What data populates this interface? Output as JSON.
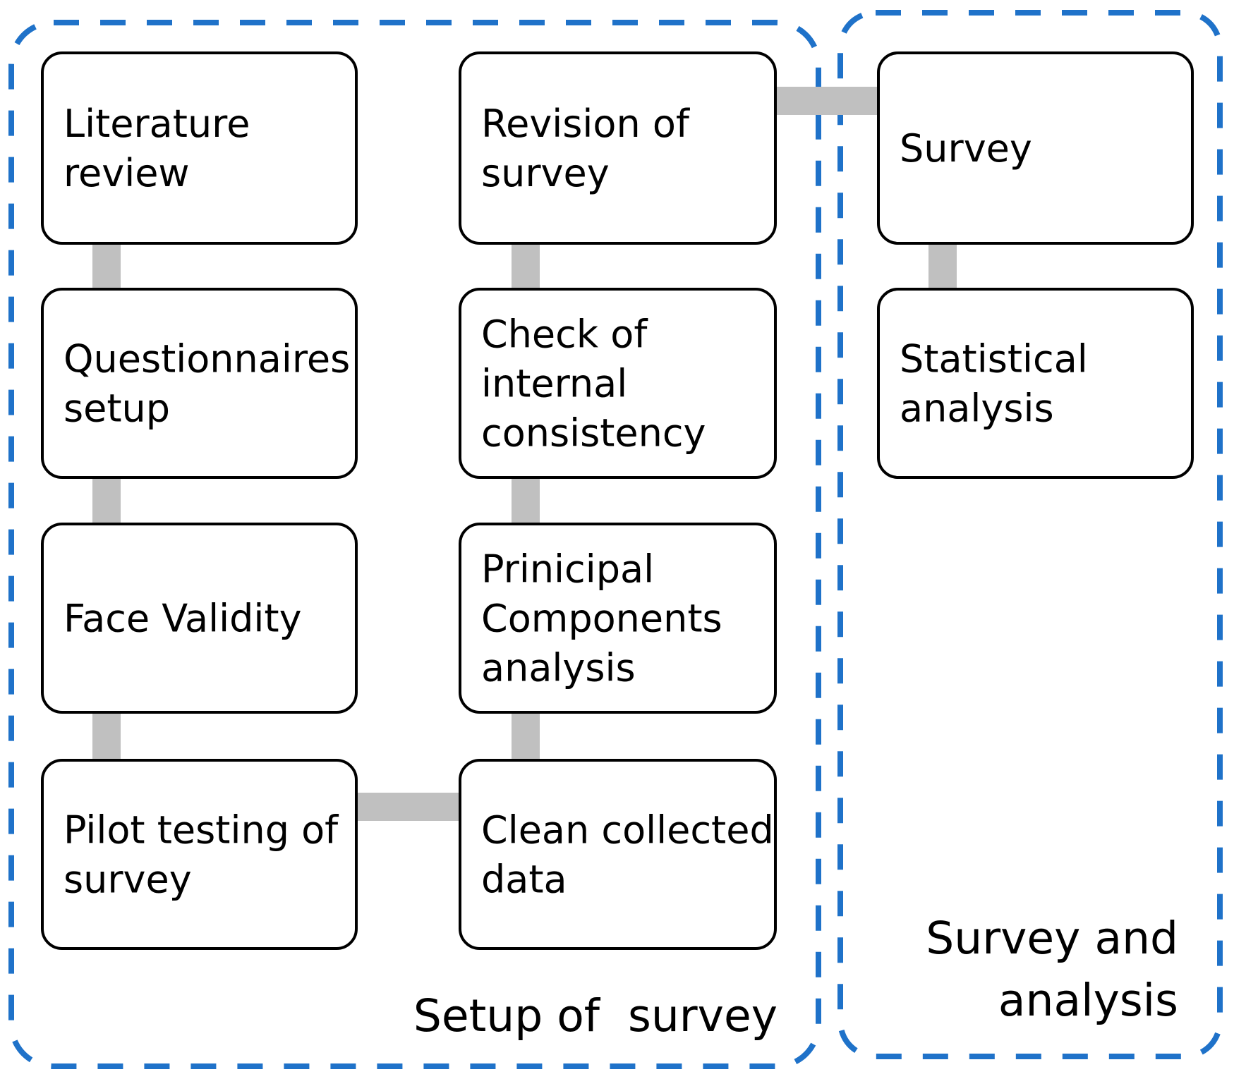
{
  "diagram": {
    "colors": {
      "group_border": "#1f72c9",
      "connector": "#c0c0c0",
      "box_stroke": "#000000",
      "box_fill": "#ffffff"
    },
    "groups": [
      {
        "id": "setup",
        "label_lines": [
          "Setup of  survey"
        ]
      },
      {
        "id": "analysis",
        "label_lines": [
          "Survey and",
          "analysis"
        ]
      }
    ],
    "nodes": [
      {
        "id": "literature",
        "lines": [
          "Literature",
          "review"
        ]
      },
      {
        "id": "questionnaires",
        "lines": [
          "Questionnaires",
          "setup"
        ]
      },
      {
        "id": "face",
        "lines": [
          "Face Validity"
        ]
      },
      {
        "id": "pilot",
        "lines": [
          "Pilot testing of",
          "survey"
        ]
      },
      {
        "id": "clean",
        "lines": [
          "Clean collected",
          "data"
        ]
      },
      {
        "id": "pca",
        "lines": [
          "Prinicipal",
          "Components",
          "analysis"
        ]
      },
      {
        "id": "consistency",
        "lines": [
          "Check of",
          "internal",
          "consistency"
        ]
      },
      {
        "id": "revision",
        "lines": [
          "Revision of",
          "survey"
        ]
      },
      {
        "id": "survey",
        "lines": [
          "Survey"
        ]
      },
      {
        "id": "statistical",
        "lines": [
          "Statistical",
          "analysis"
        ]
      }
    ],
    "edges": [
      [
        "literature",
        "questionnaires"
      ],
      [
        "questionnaires",
        "face"
      ],
      [
        "face",
        "pilot"
      ],
      [
        "pilot",
        "clean"
      ],
      [
        "clean",
        "pca"
      ],
      [
        "pca",
        "consistency"
      ],
      [
        "consistency",
        "revision"
      ],
      [
        "revision",
        "survey"
      ],
      [
        "survey",
        "statistical"
      ]
    ]
  }
}
